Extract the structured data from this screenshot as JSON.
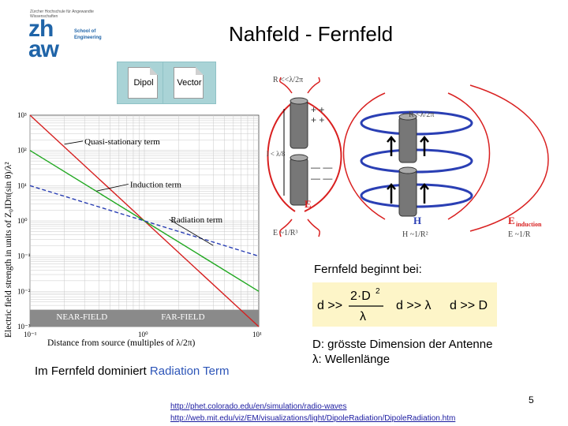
{
  "slide": {
    "title": "Nahfeld - Fernfeld",
    "page_number": "5"
  },
  "logo": {
    "tiny_text": "Zürcher Hochschule für Angewandte Wissenschaften",
    "mark_top": "zh",
    "mark_bottom": "aw",
    "school_line1": "School of",
    "school_line2": "Engineering",
    "brand_color": "#1f64a8"
  },
  "files": [
    {
      "label": "Dipol",
      "icon": "document-icon"
    },
    {
      "label": "Vector",
      "icon": "document-icon"
    }
  ],
  "chart_data": {
    "type": "line",
    "scale": "log-log",
    "xlabel": "Distance from source (multiples of λ/2π)",
    "ylabel": "Electric field strength in units of Z₀IDπ(sin θ)/λ²",
    "x_ticks": [
      "10⁻¹",
      "10⁰",
      "10¹"
    ],
    "y_ticks": [
      "10³",
      "10²",
      "10¹",
      "10⁰",
      "10⁻¹",
      "10⁻²",
      "10⁻³"
    ],
    "xlim": [
      0.1,
      10
    ],
    "ylim": [
      0.001,
      1000
    ],
    "regions": [
      "NEAR-FIELD",
      "FAR-FIELD"
    ],
    "series": [
      {
        "name": "Quasi-stationary term",
        "color": "#d62020",
        "x": [
          0.1,
          1,
          10
        ],
        "y": [
          1000,
          1,
          0.001
        ]
      },
      {
        "name": "Induction term",
        "color": "#21a821",
        "x": [
          0.1,
          1,
          10
        ],
        "y": [
          100,
          1,
          0.01
        ]
      },
      {
        "name": "Radiation term",
        "color": "#2a3fb4",
        "x": [
          0.1,
          1,
          10
        ],
        "y": [
          10,
          1,
          0.1
        ]
      }
    ]
  },
  "dipole": {
    "label_r_lt": "R <<λ/2π",
    "label_r_lt2": "R <λ/2π",
    "label_l": "l < λ/8",
    "label_E": "E",
    "label_E_prop": "E ~1/R³",
    "label_H": "H",
    "label_H_prop": "H ~1/R²",
    "label_E_induction": "E",
    "label_E_induction_sub": "induction",
    "label_E_induction_prop": "E ~1/R"
  },
  "text": {
    "fernfeld_beginnt": "Fernfeld beginnt bei:",
    "formula_lhs": "d >>",
    "formula_num": "2·D",
    "formula_exp": "2",
    "formula_den": "λ",
    "formula_mid": "d >> λ",
    "formula_right": "d >> D",
    "dim_line1": "D: grösste Dimension der Antenne",
    "dim_line2": "λ: Wellenlänge",
    "dominiert_prefix": "Im Fernfeld dominiert ",
    "dominiert_term": "Radiation Term"
  },
  "links": [
    "http://phet.colorado.edu/en/simulation/radio-waves",
    "http://web.mit.edu/viz/EM/visualizations/light/DipoleRadiation/DipoleRadiation.htm"
  ]
}
